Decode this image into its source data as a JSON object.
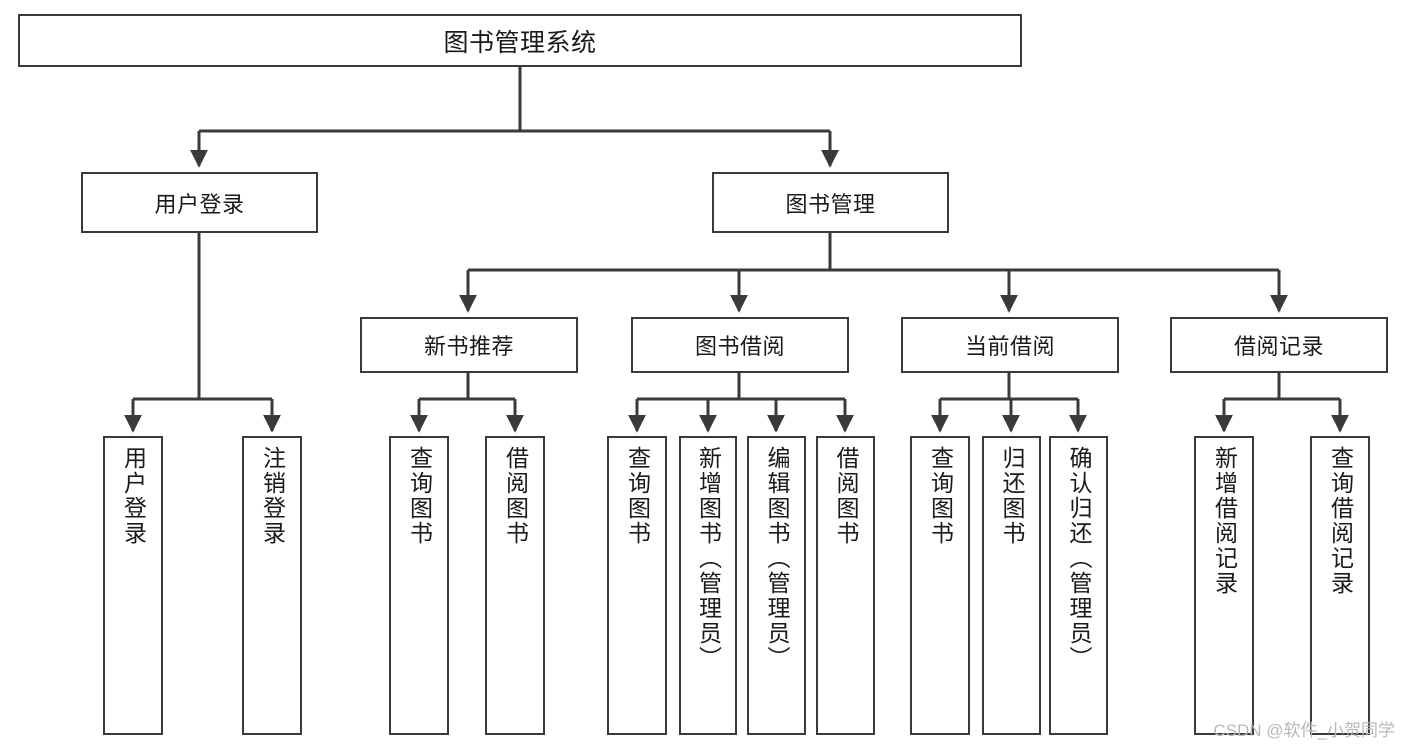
{
  "diagram": {
    "type": "tree",
    "title": "图书管理系统",
    "watermark": "CSDN @软件_小贺同学",
    "colors": {
      "box_border": "#3a3a3a",
      "box_fill": "#ffffff",
      "edge": "#3a3a3a",
      "text": "#1a1a1a",
      "watermark": "#b9b9b9",
      "background": "#ffffff"
    },
    "nodes": {
      "root": {
        "label": "图书管理系统"
      },
      "level1": [
        {
          "label": "用户登录"
        },
        {
          "label": "图书管理"
        }
      ],
      "level2": [
        {
          "label": "新书推荐"
        },
        {
          "label": "图书借阅"
        },
        {
          "label": "当前借阅"
        },
        {
          "label": "借阅记录"
        }
      ],
      "leaves_user_login": [
        {
          "label": "用户登录"
        },
        {
          "label": "注销登录"
        }
      ],
      "leaves_new_book": [
        {
          "label": "查询图书"
        },
        {
          "label": "借阅图书"
        }
      ],
      "leaves_book_borrow": [
        {
          "label": "查询图书"
        },
        {
          "label": "新增图书（管理员）"
        },
        {
          "label": "编辑图书（管理员）"
        },
        {
          "label": "借阅图书"
        }
      ],
      "leaves_current_borrow": [
        {
          "label": "查询图书"
        },
        {
          "label": "归还图书"
        },
        {
          "label": "确认归还（管理员）"
        }
      ],
      "leaves_borrow_record": [
        {
          "label": "新增借阅记录"
        },
        {
          "label": "查询借阅记录"
        }
      ]
    }
  }
}
